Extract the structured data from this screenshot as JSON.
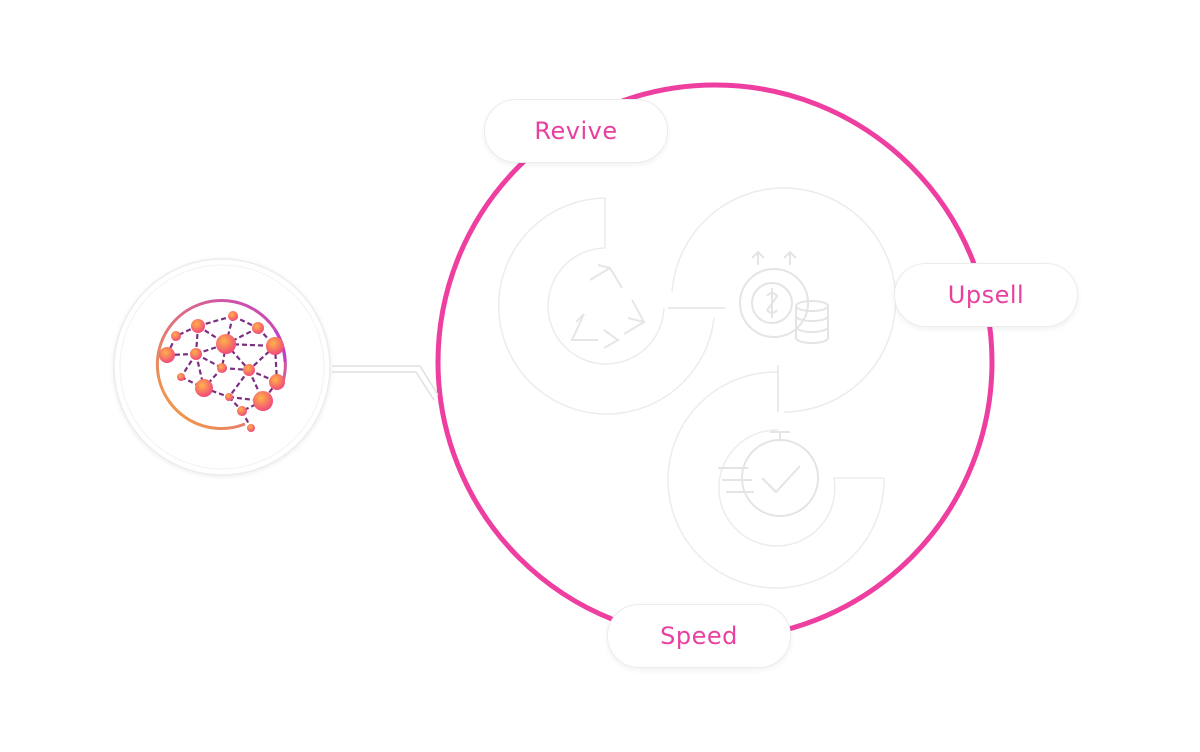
{
  "labels": {
    "revive": "Revive",
    "upsell": "Upsell",
    "speed": "Speed"
  },
  "icons": {
    "brain": "brain-network-icon",
    "revive": "recycle-icon",
    "upsell": "money-growth-icon",
    "speed": "stopwatch-check-icon"
  },
  "colors": {
    "accent_pink": "#ee3fa1",
    "label_pink": "#e8409e",
    "brain_orange": "#f6a43a",
    "brain_node_pink": "#ef4d7c",
    "brain_purple": "#7b2f82"
  }
}
